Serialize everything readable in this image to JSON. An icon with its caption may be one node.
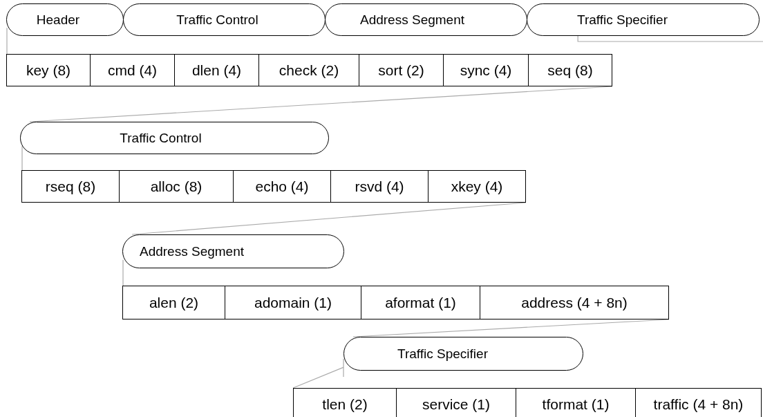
{
  "diagram": {
    "nodes": [
      {
        "text": [
          "Header"
        ]
      },
      {
        "text": [
          "Traffic Control"
        ]
      },
      {
        "text": [
          "Address Segment"
        ]
      },
      {
        "text": [
          "Traffic Specifier"
        ]
      },
      {
        "text": [
          "key (8)"
        ]
      },
      {
        "text": [
          "cmd (4)"
        ]
      },
      {
        "text": [
          "dlen (4)"
        ]
      },
      {
        "text": [
          "check (2)"
        ]
      },
      {
        "text": [
          "sort (2)"
        ]
      },
      {
        "text": [
          "sync (4)"
        ]
      },
      {
        "text": [
          "seq (8)"
        ]
      },
      {
        "text": [
          "Traffic Control"
        ]
      },
      {
        "text": [
          "rseq (8)"
        ]
      },
      {
        "text": [
          "alloc (8)"
        ]
      },
      {
        "text": [
          "echo (4)"
        ]
      },
      {
        "text": [
          "rsvd (4)"
        ]
      },
      {
        "text": [
          "xkey (4)"
        ]
      },
      {
        "text": [
          "Address Segment"
        ]
      },
      {
        "text": [
          "alen (2)"
        ]
      },
      {
        "text": [
          "adomain (1)"
        ]
      },
      {
        "text": [
          "aformat (1)"
        ]
      },
      {
        "text": [
          "address (4 + 8n)"
        ]
      },
      {
        "text": [
          "Traffic Specifier"
        ]
      },
      {
        "text": [
          "tlen (2)"
        ]
      },
      {
        "text": [
          "service (1)"
        ]
      },
      {
        "text": [
          "tformat (1)"
        ]
      },
      {
        "text": [
          "traffic (4 + 8n)"
        ]
      }
    ],
    "edges": [
      {
        "from": 0,
        "to": 4,
        "arrow": "none"
      },
      {
        "from": 3,
        "to": null,
        "arrow": "none"
      },
      {
        "from": 10,
        "to": 11,
        "arrow": "none"
      },
      {
        "from": 11,
        "to": 12,
        "arrow": "none"
      },
      {
        "from": 16,
        "to": 17,
        "arrow": "none"
      },
      {
        "from": 17,
        "to": 18,
        "arrow": "none"
      },
      {
        "from": 21,
        "to": 22,
        "arrow": "none"
      },
      {
        "from": 22,
        "to": 23,
        "arrow": "none"
      }
    ]
  }
}
